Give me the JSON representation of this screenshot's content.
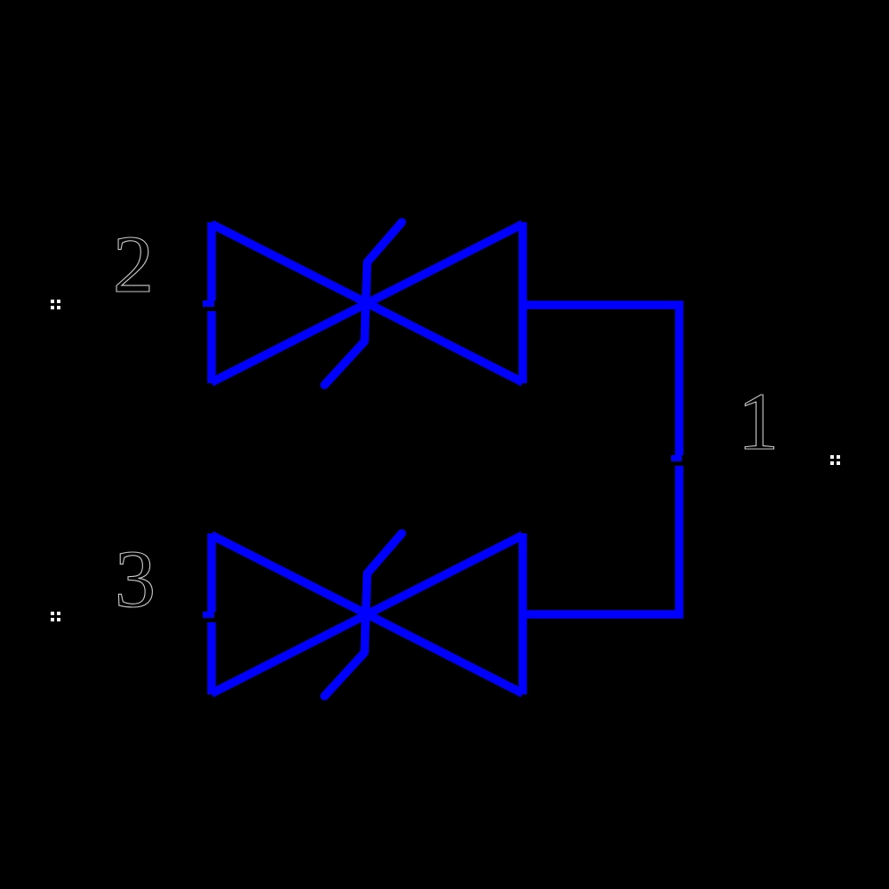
{
  "diagram": {
    "type": "piping-schematic",
    "background_color": "#000000",
    "symbol_color": "#0000fe",
    "label_text_color": "#000000",
    "label_outline_color": "#c9c9c9",
    "port_marker_color": "#ffffff",
    "valves": [
      {
        "label": "2",
        "position": "top-left",
        "symbol": "valve-with-actuator"
      },
      {
        "label": "3",
        "position": "bottom-left",
        "symbol": "valve-with-actuator"
      }
    ],
    "pipe": {
      "label": "1",
      "description": "vertical connector joining outlets of valve 2 and valve 3"
    },
    "port_marker_count": 3
  }
}
